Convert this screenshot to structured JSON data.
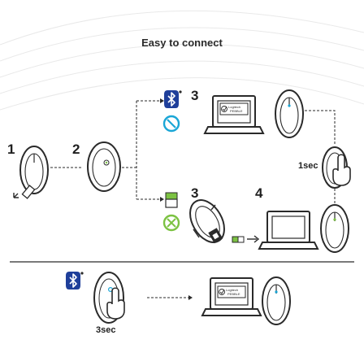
{
  "title": "Easy to connect",
  "steps": {
    "s1": "1",
    "s2": "2",
    "s3_bluetooth": "3",
    "s3_receiver": "3",
    "s4": "4"
  },
  "timing": {
    "hold_short": "1sec",
    "hold_long": "3sec"
  },
  "laptop_badge": {
    "line1": "Logitech",
    "line2": "PEBBLE"
  },
  "icons": {
    "bluetooth": "bluetooth-icon",
    "easy_switch": "easy-switch-icon",
    "receiver": "usb-receiver-icon",
    "receiver_pair": "receiver-pair-icon"
  },
  "colors": {
    "bluetooth_blue": "#1f3f9a",
    "receiver_green": "#7cc242",
    "easy_switch_teal": "#1aa6d6",
    "line": "#2a2a2a"
  }
}
